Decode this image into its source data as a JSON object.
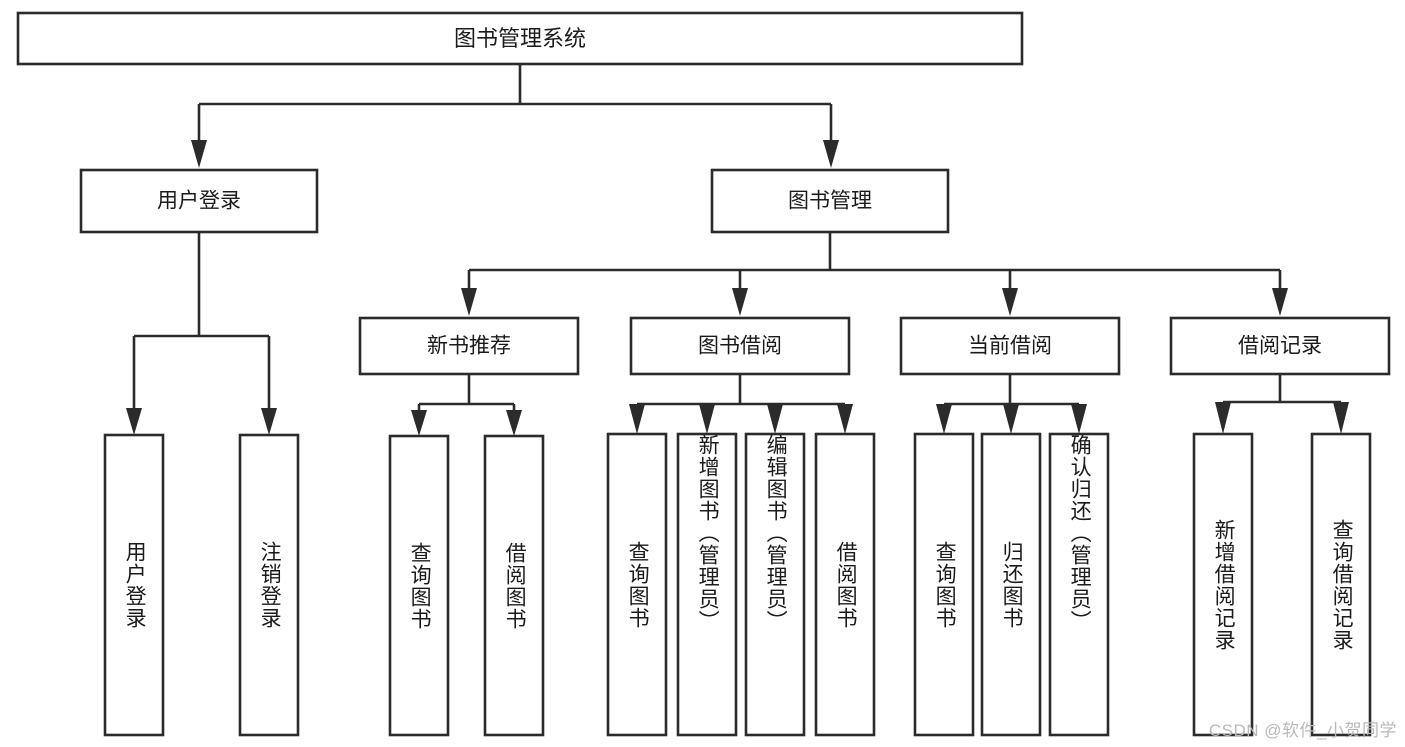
{
  "diagram": {
    "title": "图书管理系统",
    "type": "hierarchy-tree",
    "colors": {
      "background": "#ffffff",
      "stroke": "#2b2b2b",
      "text": "#1b1b1b",
      "watermark": "#b9b9b9"
    },
    "levels": {
      "root": {
        "label": "图书管理系统"
      },
      "level2": [
        {
          "label": "用户登录"
        },
        {
          "label": "图书管理"
        }
      ],
      "level3": [
        {
          "label": "新书推荐"
        },
        {
          "label": "图书借阅"
        },
        {
          "label": "当前借阅"
        },
        {
          "label": "借阅记录"
        }
      ],
      "leaves": {
        "user_login": [
          {
            "label": "用户登录"
          },
          {
            "label": "注销登录"
          }
        ],
        "new_book_recommend": [
          {
            "label": "查询图书"
          },
          {
            "label": "借阅图书"
          }
        ],
        "book_borrow": [
          {
            "label": "查询图书"
          },
          {
            "label": "新增图书（管理员）"
          },
          {
            "label": "编辑图书（管理员）"
          },
          {
            "label": "借阅图书"
          }
        ],
        "current_borrow": [
          {
            "label": "查询图书"
          },
          {
            "label": "归还图书"
          },
          {
            "label": "确认归还（管理员）"
          }
        ],
        "borrow_record": [
          {
            "label": "新增借阅记录"
          },
          {
            "label": "查询借阅记录"
          }
        ]
      }
    }
  },
  "watermark": {
    "text": "CSDN @软件_小贺同学"
  }
}
